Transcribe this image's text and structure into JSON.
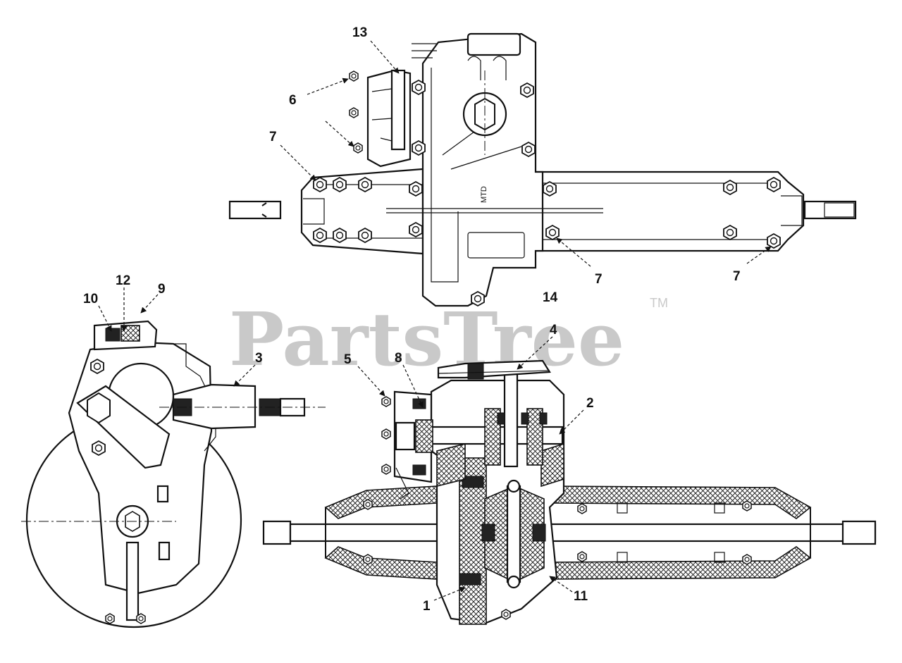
{
  "watermark": {
    "text": "PartsTree",
    "trademark": "TM"
  },
  "housing_stamp": "MTD",
  "callouts": [
    {
      "id": "c13",
      "label": "13"
    },
    {
      "id": "c6",
      "label": "6"
    },
    {
      "id": "c7a",
      "label": "7"
    },
    {
      "id": "c7b",
      "label": "7"
    },
    {
      "id": "c7c",
      "label": "7"
    },
    {
      "id": "c14",
      "label": "14"
    },
    {
      "id": "c12",
      "label": "12"
    },
    {
      "id": "c10",
      "label": "10"
    },
    {
      "id": "c9",
      "label": "9"
    },
    {
      "id": "c3",
      "label": "3"
    },
    {
      "id": "c4",
      "label": "4"
    },
    {
      "id": "c5",
      "label": "5"
    },
    {
      "id": "c8",
      "label": "8"
    },
    {
      "id": "c2",
      "label": "2"
    },
    {
      "id": "c1",
      "label": "1"
    },
    {
      "id": "c11",
      "label": "11"
    }
  ]
}
